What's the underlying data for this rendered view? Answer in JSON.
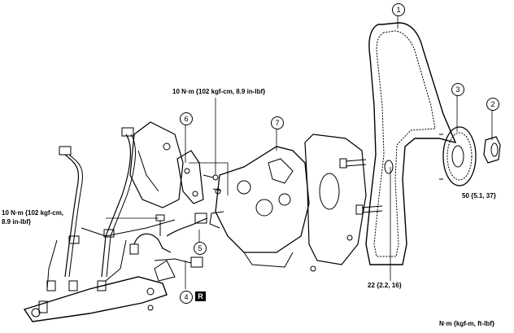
{
  "torque_labels": {
    "bracket_bolt": "10 N·m {102 kgf-cm, 8.9 in-lbf}",
    "clamp_bolt_line1": "10 N·m {102 kgf-cm,",
    "clamp_bolt_line2": "8.9 in-lbf}",
    "pulley_nut": "50 {5.1, 37}",
    "pump_bolt": "22 {2.2, 16}",
    "units": "N·m {kgf-m, ft-lbf}"
  },
  "callouts": [
    "1",
    "2",
    "3",
    "4",
    "5",
    "6",
    "7"
  ],
  "replace_mark": "R",
  "colors": {
    "line": "#000000",
    "background": "#ffffff"
  }
}
